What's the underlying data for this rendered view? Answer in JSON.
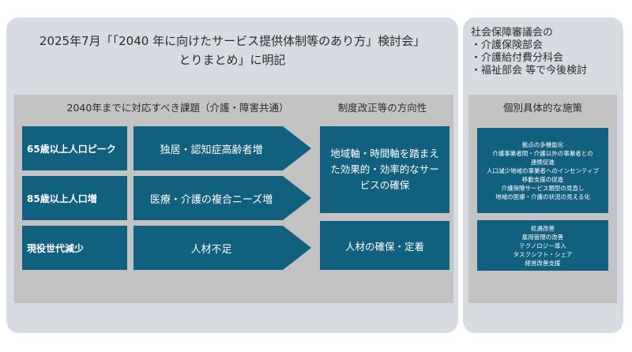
{
  "header": {
    "title_line1": "2025年7月「「2040 年に向けたサービス提供体制等のあり方」検討会」",
    "title_line2": "とりまとめ」に明記"
  },
  "side_header": {
    "lines": [
      "社会保障審議会の",
      "・介護保険部会",
      "・介護給付費分科会",
      "・福祉部会 等で今後検討"
    ]
  },
  "columns": {
    "issues": "2040年までに対応すべき課題（介護・障害共通）",
    "direction": "制度改正等の方向性",
    "measures": "個別具体的な施策"
  },
  "rows": [
    {
      "label": "65歳以上人口ピーク",
      "issue": "独居・認知症高齢者増"
    },
    {
      "label": "85歳以上人口増",
      "issue": "医療・介護の複合ニーズ増"
    },
    {
      "label": "現役世代減少",
      "issue": "人材不足"
    }
  ],
  "directions": {
    "top": "地域軸・時間軸を踏まえた効果的・効率的なサービスの確保",
    "bottom": "人材の確保・定着"
  },
  "measures": {
    "group1": [
      "拠点の多機能化",
      "介護事業者間・介護以外の事業者との",
      "連携促進",
      "人口減少地域の事業者へのインセンティブ",
      "移動支援の促進",
      "介護保険サービス類型の見直し",
      "地域の医療・介護の状況の見える化"
    ],
    "group2": [
      "処遇改善",
      "雇用管理の改善",
      "テクノロジー導入",
      "タスクシフト・シェア",
      "経営改善支援"
    ]
  }
}
